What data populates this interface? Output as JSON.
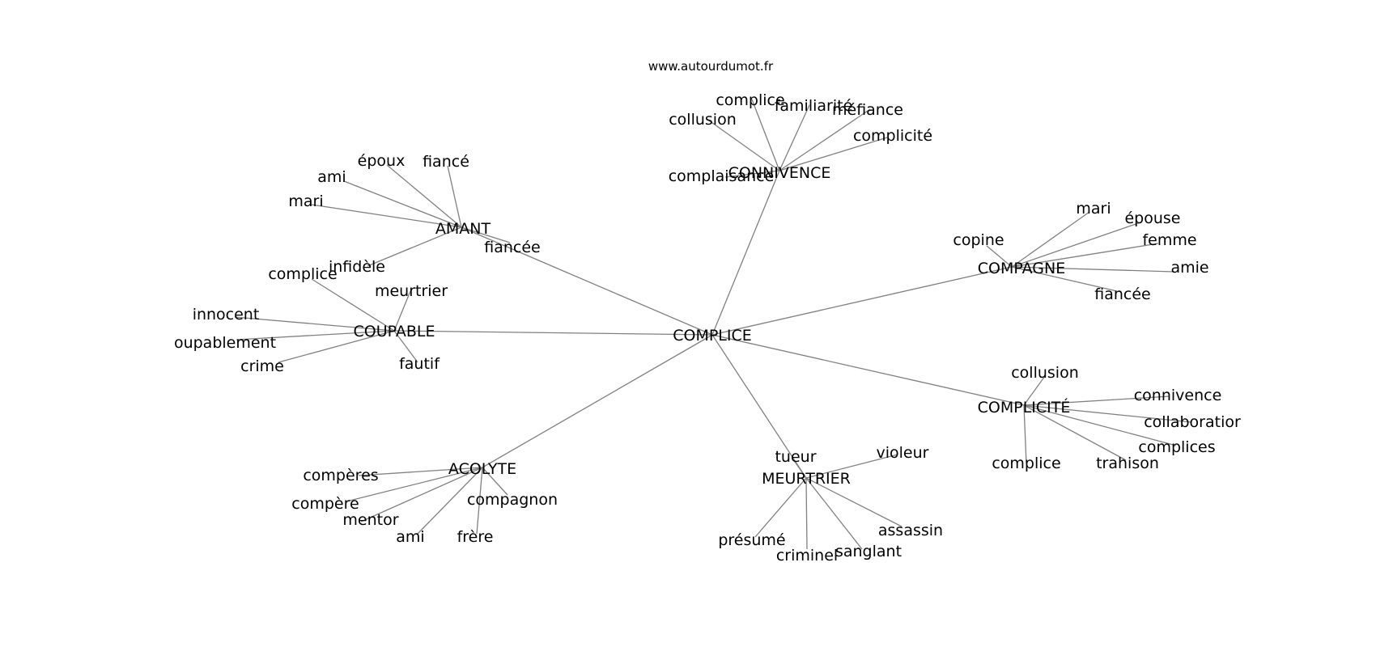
{
  "source_credit": "www.autourdumot.fr",
  "colors": {
    "edge": "#808080",
    "text": "#000000",
    "background": "#ffffff"
  },
  "center": {
    "id": "complice",
    "label": "COMPLICE"
  },
  "clusters": [
    {
      "id": "amant",
      "label": "AMANT",
      "words": [
        "mari",
        "ami",
        "époux",
        "fiancé",
        "infidèle",
        "fiancée"
      ]
    },
    {
      "id": "connivence",
      "label": "CONNIVENCE",
      "words": [
        "collusion",
        "complice",
        "familiarité",
        "méfiance",
        "complicité",
        "complaisance"
      ]
    },
    {
      "id": "compagne",
      "label": "COMPAGNE",
      "words": [
        "copine",
        "mari",
        "épouse",
        "femme",
        "amie",
        "fiancée"
      ]
    },
    {
      "id": "coupable",
      "label": "COUPABLE",
      "words": [
        "complice",
        "meurtrier",
        "innocent",
        "oupablement",
        "crime",
        "fautif"
      ]
    },
    {
      "id": "complicite",
      "label": "COMPLICITÉ",
      "words": [
        "collusion",
        "connivence",
        "collaboratior",
        "complices",
        "complice",
        "trahison"
      ]
    },
    {
      "id": "acolyte",
      "label": "ACOLYTE",
      "words": [
        "compères",
        "compère",
        "mentor",
        "ami",
        "frère",
        "compagnon"
      ]
    },
    {
      "id": "meurtrier",
      "label": "MEURTRIER",
      "words": [
        "tueur",
        "violeur",
        "assassin",
        "sanglant",
        "criminel",
        "présumé"
      ]
    }
  ]
}
